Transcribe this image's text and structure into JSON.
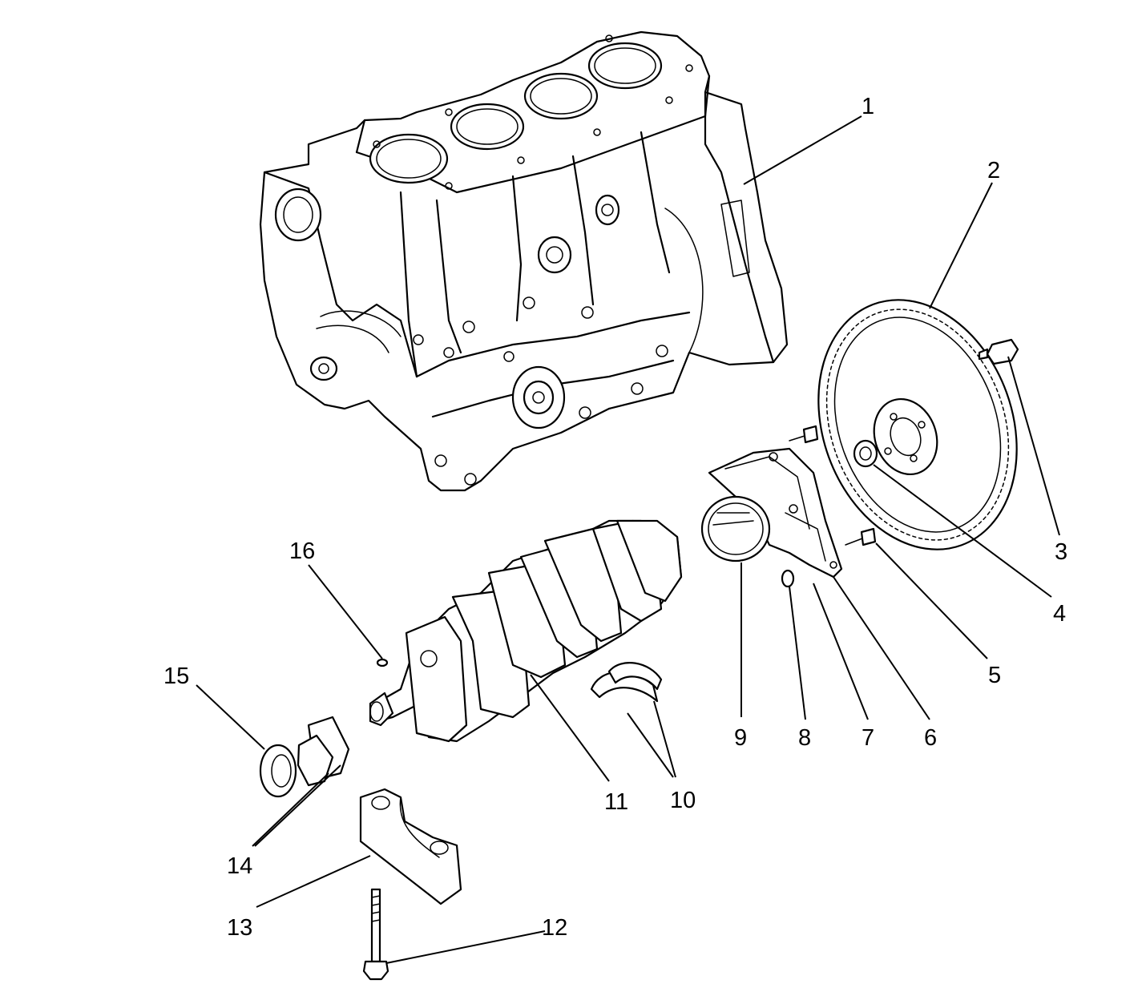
{
  "colors": {
    "ink": "#000000",
    "background": "#ffffff"
  },
  "callouts": [
    "1",
    "2",
    "3",
    "4",
    "5",
    "6",
    "7",
    "8",
    "9",
    "10",
    "11",
    "12",
    "13",
    "14",
    "15",
    "16"
  ]
}
